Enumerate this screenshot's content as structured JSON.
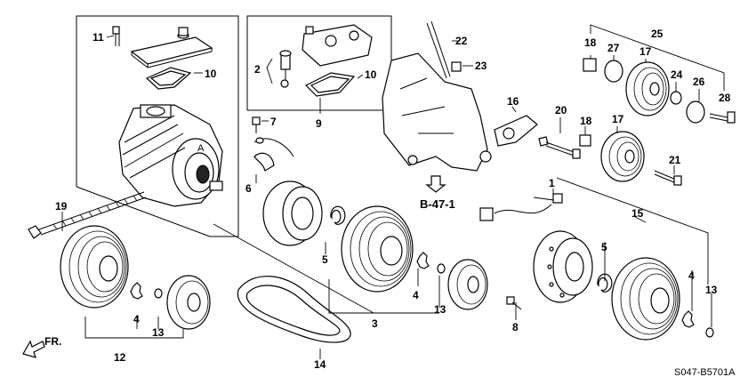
{
  "diagram": {
    "footer_code": "S047-B5701A",
    "reference": "B-47-1",
    "direction_label": "FR.",
    "callouts": {
      "c1": "1",
      "c2": "2",
      "c3": "3",
      "c4a": "4",
      "c4b": "4",
      "c4c": "4",
      "c5a": "5",
      "c5b": "5",
      "c6": "6",
      "c7": "7",
      "c8": "8",
      "c9": "9",
      "c10a": "10",
      "c10b": "10",
      "c11": "11",
      "c12": "12",
      "c13a": "13",
      "c13b": "13",
      "c13c": "13",
      "c14": "14",
      "c15": "15",
      "c16": "16",
      "c17a": "17",
      "c17b": "17",
      "c18a": "18",
      "c18b": "18",
      "c19": "19",
      "c20": "20",
      "c21": "21",
      "c22": "22",
      "c23": "23",
      "c24": "24",
      "c25": "25",
      "c26": "26",
      "c27": "27",
      "c28": "28"
    }
  }
}
